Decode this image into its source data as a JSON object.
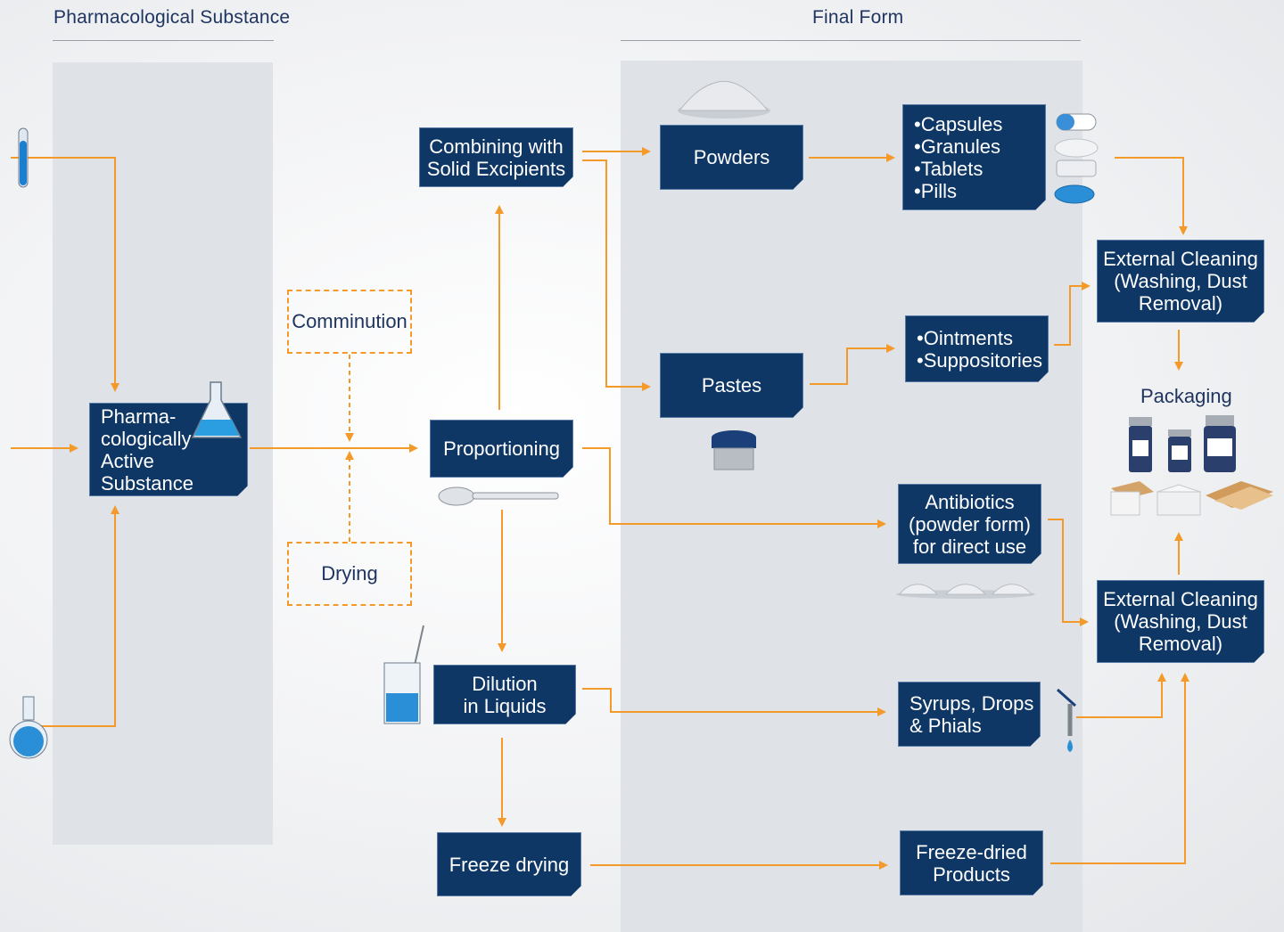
{
  "headers": {
    "pharmacological_substance": "Pharmacological Substance",
    "final_form": "Final Form"
  },
  "nodes": {
    "active_substance": [
      "Pharma-",
      "cologically",
      "Active Substance"
    ],
    "comminution": "Comminution",
    "drying": "Drying",
    "proportioning": "Proportioning",
    "combining": [
      "Combining with",
      "Solid Excipients"
    ],
    "dilution": [
      "Dilution",
      "in Liquids"
    ],
    "freeze_drying": "Freeze drying",
    "powders": "Powders",
    "pastes": "Pastes",
    "solid_forms": [
      "•Capsules",
      "•Granules",
      "•Tablets",
      "•Pills"
    ],
    "semisolid_forms": [
      "•Ointments",
      "•Suppositories"
    ],
    "antibiotics": [
      "Antibiotics",
      "(powder form)",
      "for direct use"
    ],
    "syrups": [
      "Syrups, Drops",
      "& Phials"
    ],
    "freeze_dried": [
      "Freeze-dried",
      "Products"
    ],
    "external_cleaning_1": [
      "External Cleaning",
      "(Washing, Dust",
      "Removal)"
    ],
    "external_cleaning_2": [
      "External Cleaning",
      "(Washing, Dust",
      "Removal)"
    ],
    "packaging": "Packaging"
  },
  "colors": {
    "box_fill": "#0e3766",
    "arrow": "#f39a2b",
    "lane": "#dfe2e7",
    "text_dark": "#1f3560"
  },
  "icons": [
    "test-tube-icon",
    "round-flask-icon",
    "erlenmeyer-flask-icon",
    "powder-pile-icon",
    "spoon-icon",
    "beaker-icon",
    "ointment-jar-icon",
    "pills-icon",
    "dropper-icon",
    "medicine-bottles-icon",
    "boxes-icon"
  ]
}
